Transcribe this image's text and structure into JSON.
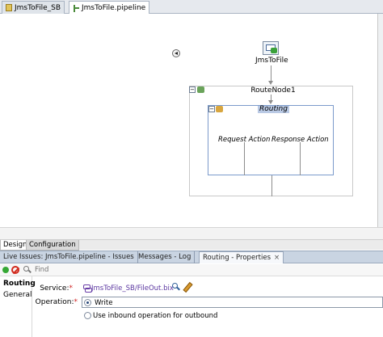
{
  "editor_tabs": [
    {
      "label": "JmsToFile_SB",
      "active": false
    },
    {
      "label": "JmsToFile.pipeline",
      "active": true
    }
  ],
  "canvas": {
    "service_node": {
      "label": "JmsToFile",
      "icon": "proxy-service-icon"
    },
    "route_node": {
      "label": "RouteNode1",
      "icon": "route-node-icon"
    },
    "routing_stage": {
      "label": "Routing",
      "request_action": "Request Action",
      "response_action": "Response Action"
    }
  },
  "design_tabs": [
    {
      "label": "Design",
      "active": true
    },
    {
      "label": "Configuration",
      "active": false
    }
  ],
  "panel_tabs": [
    {
      "label": "Live Issues: JmsToFile.pipeline - Issues",
      "active": false
    },
    {
      "label": "Messages - Log",
      "active": false
    },
    {
      "label": "Routing - Properties",
      "active": true,
      "close": "×"
    }
  ],
  "toolbar": {
    "find_placeholder": "Find",
    "icons": [
      "ok-icon",
      "stop-icon",
      "search-icon"
    ]
  },
  "properties": {
    "sidebar": [
      {
        "label": "Routing",
        "selected": true
      },
      {
        "label": "General",
        "selected": false
      }
    ],
    "service_label": "Service:",
    "service_value": "JmsToFile_SB/FileOut.bix",
    "operation_label": "Operation:",
    "required_mark": "*",
    "operation_options": [
      {
        "label": "Write",
        "selected": true
      },
      {
        "label": "Use inbound operation for outbound",
        "selected": false
      }
    ]
  }
}
